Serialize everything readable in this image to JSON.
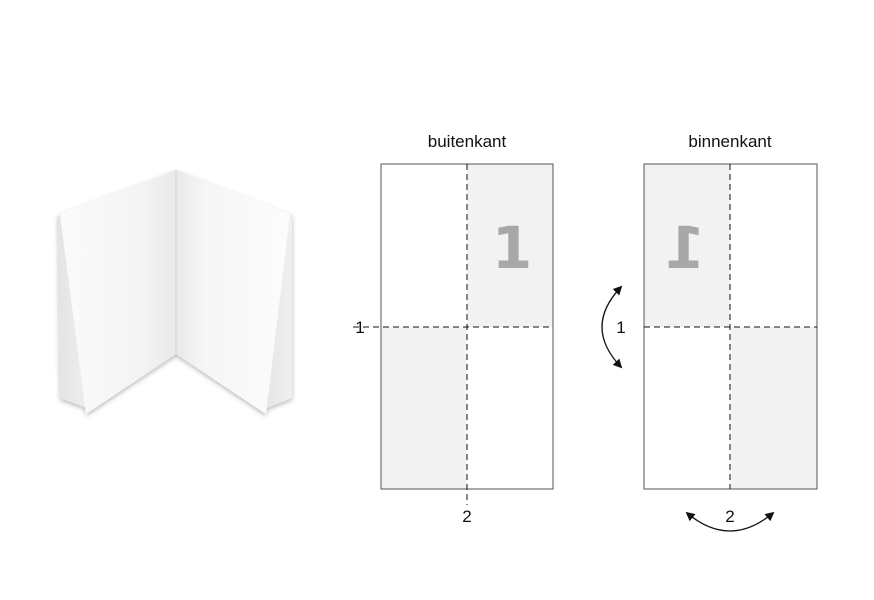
{
  "outside": {
    "title": "buitenkant",
    "fold_horizontal_label": "1",
    "fold_vertical_label": "2",
    "page_number": "1"
  },
  "inside": {
    "title": "binnenkant",
    "fold_horizontal_label": "1",
    "fold_vertical_label": "2",
    "page_number": "1"
  },
  "colors": {
    "page_border": "#555555",
    "shaded_panel": "#f2f2f2",
    "page_number": "#a8a8a8",
    "fold_line": "#111111",
    "arrow": "#111111"
  }
}
